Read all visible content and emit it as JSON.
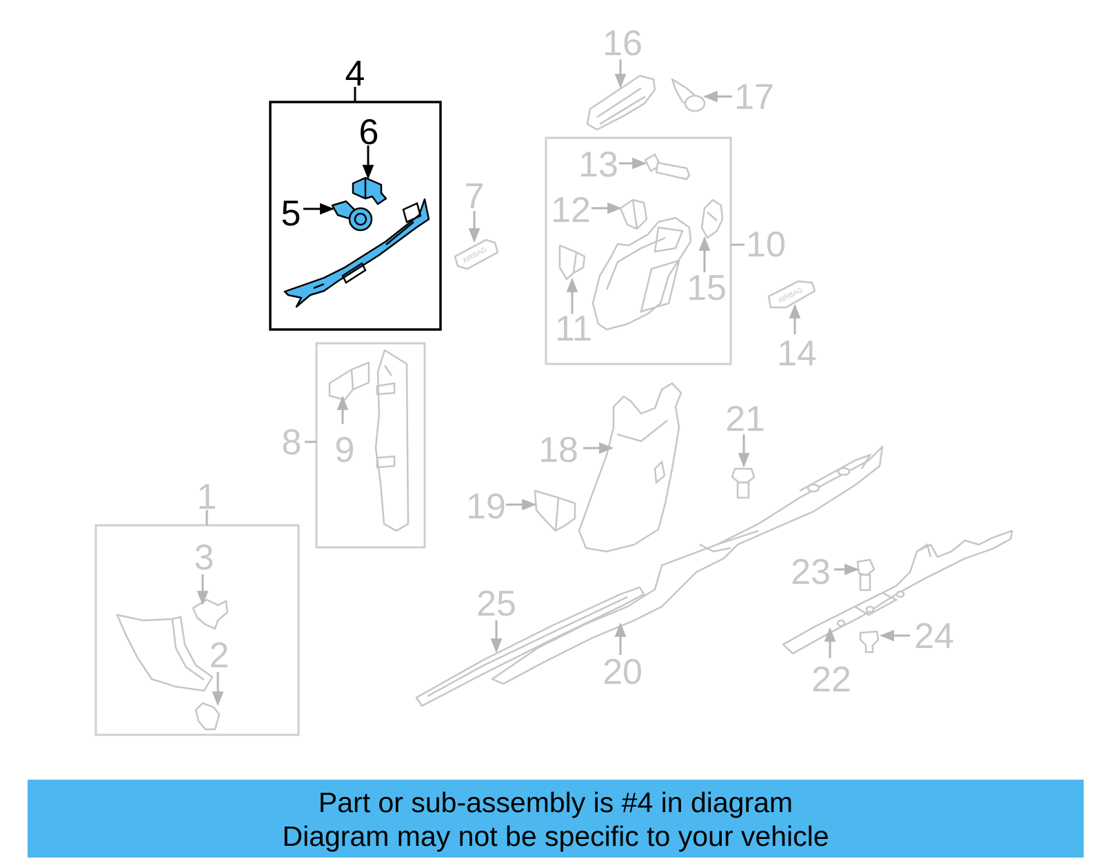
{
  "callouts": {
    "c1": "1",
    "c2": "2",
    "c3": "3",
    "c4": "4",
    "c5": "5",
    "c6": "6",
    "c7": "7",
    "c8": "8",
    "c9": "9",
    "c10": "10",
    "c11": "11",
    "c12": "12",
    "c13": "13",
    "c14": "14",
    "c15": "15",
    "c16": "16",
    "c17": "17",
    "c18": "18",
    "c19": "19",
    "c20": "20",
    "c21": "21",
    "c22": "22",
    "c23": "23",
    "c24": "24",
    "c25": "25"
  },
  "highlighted_part": "4",
  "part_text": {
    "airbag_7": "AIRBAG",
    "airbag_14": "AIRBAG"
  },
  "banner": {
    "line1": "Part or sub-assembly is #4 in diagram",
    "line2": "Diagram may not be specific to your vehicle"
  },
  "colors": {
    "highlight": "#4db8ef",
    "banner": "#4db8ef",
    "inactive_parts": "#c6c6c6",
    "active_outline": "#000000"
  }
}
